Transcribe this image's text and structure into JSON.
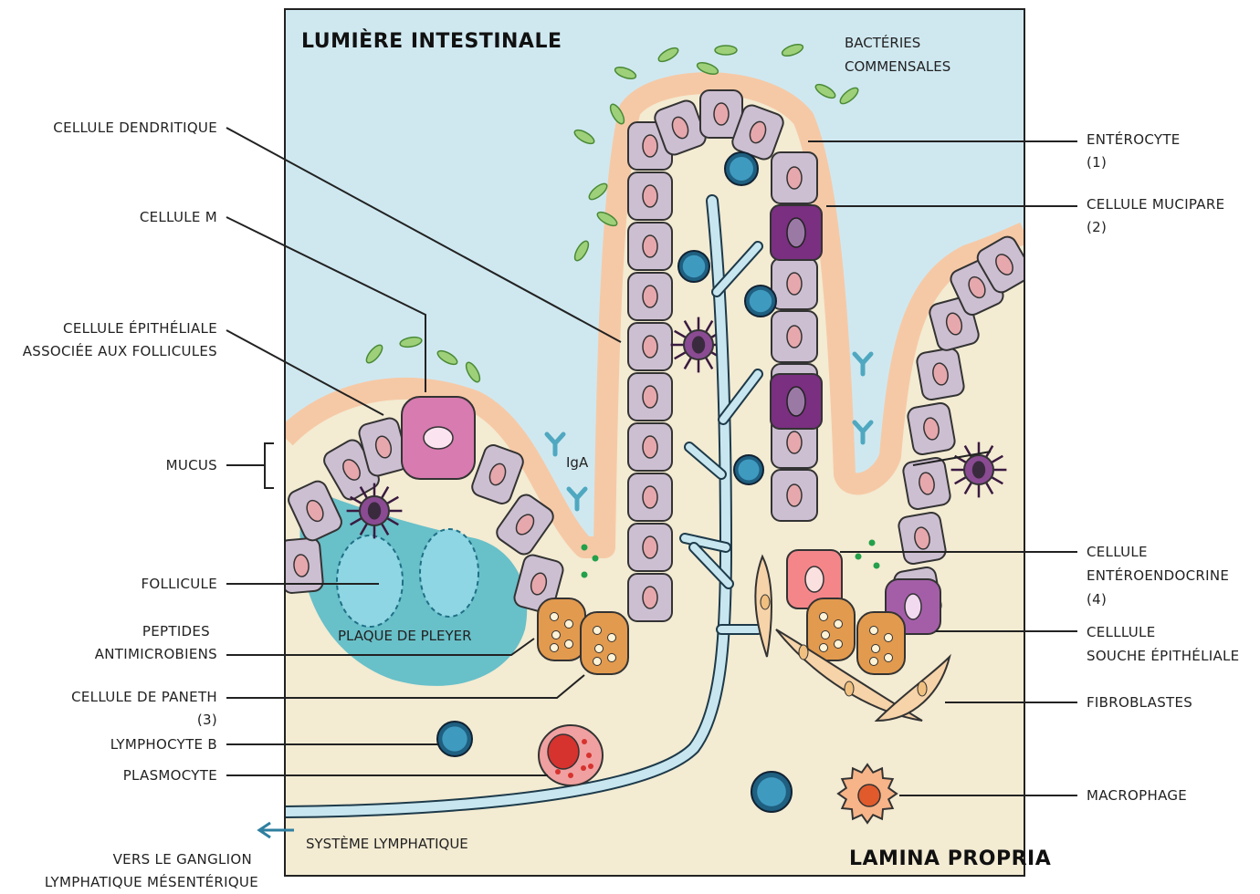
{
  "title_lumen": "LUMIÈRE INTESTINALE",
  "title_lamina": "LAMINA PROPRIA",
  "plaque_label": "PLAQUE DE PLEYER",
  "iga_label": "IgA",
  "lymph_system_label": "SYSTÈME LYMPHATIQUE",
  "bacteria_label": [
    "BACTÉRIES",
    "COMMENSALES"
  ],
  "left_labels": {
    "dendritic": [
      "CELLULE DENDRITIQUE"
    ],
    "m_cell": [
      "CELLULE M"
    ],
    "fae": [
      "CELLULE ÉPITHÉLIALE",
      "ASSOCIÉE AUX FOLLICULES"
    ],
    "mucus": [
      "MUCUS"
    ],
    "follicle": [
      "FOLLICULE"
    ],
    "peptides": [
      "PEPTIDES",
      "ANTIMICROBIENS"
    ],
    "paneth": [
      "CELLULE DE PANETH",
      "(3)"
    ],
    "lymphocyte_b": [
      "LYMPHOCYTE B"
    ],
    "plasmocyte": [
      "PLASMOCYTE"
    ],
    "ganglion": [
      "VERS LE GANGLION",
      "LYMPHATIQUE MÉSENTÉRIQUE"
    ]
  },
  "right_labels": {
    "enterocyte": [
      "ENTÉROCYTE",
      "(1)"
    ],
    "mucipare": [
      "CELLULE MUCIPARE",
      "(2)"
    ],
    "enteroendocrine": [
      "CELLULE",
      "ENTÉROENDOCRINE",
      "(4)"
    ],
    "stem": [
      "CELLLULE",
      "SOUCHE ÉPITHÉLIALE"
    ],
    "fibroblasts": [
      "FIBROBLASTES"
    ],
    "macrophage": [
      "MACROPHAGE"
    ]
  },
  "colors": {
    "lumen": "#cfe8f0",
    "lamina": "#f3ebd2",
    "mucus": "#f6c9a6",
    "epithelial": "#cdbfd2",
    "nucleus": "#e6a8ad",
    "goblet": "#7a2f80",
    "m_cell": "#d77bb0",
    "follicle": "#4fb8c8",
    "lymphocyte": "#2f7fa0",
    "paneth": "#e29a4e",
    "enteroendocrine": "#f4868a",
    "stem": "#a45ea8",
    "bacteria": "#9ed07a",
    "lymph_vessel": "#c7e6ef",
    "arrow": "#2f7fa0"
  }
}
